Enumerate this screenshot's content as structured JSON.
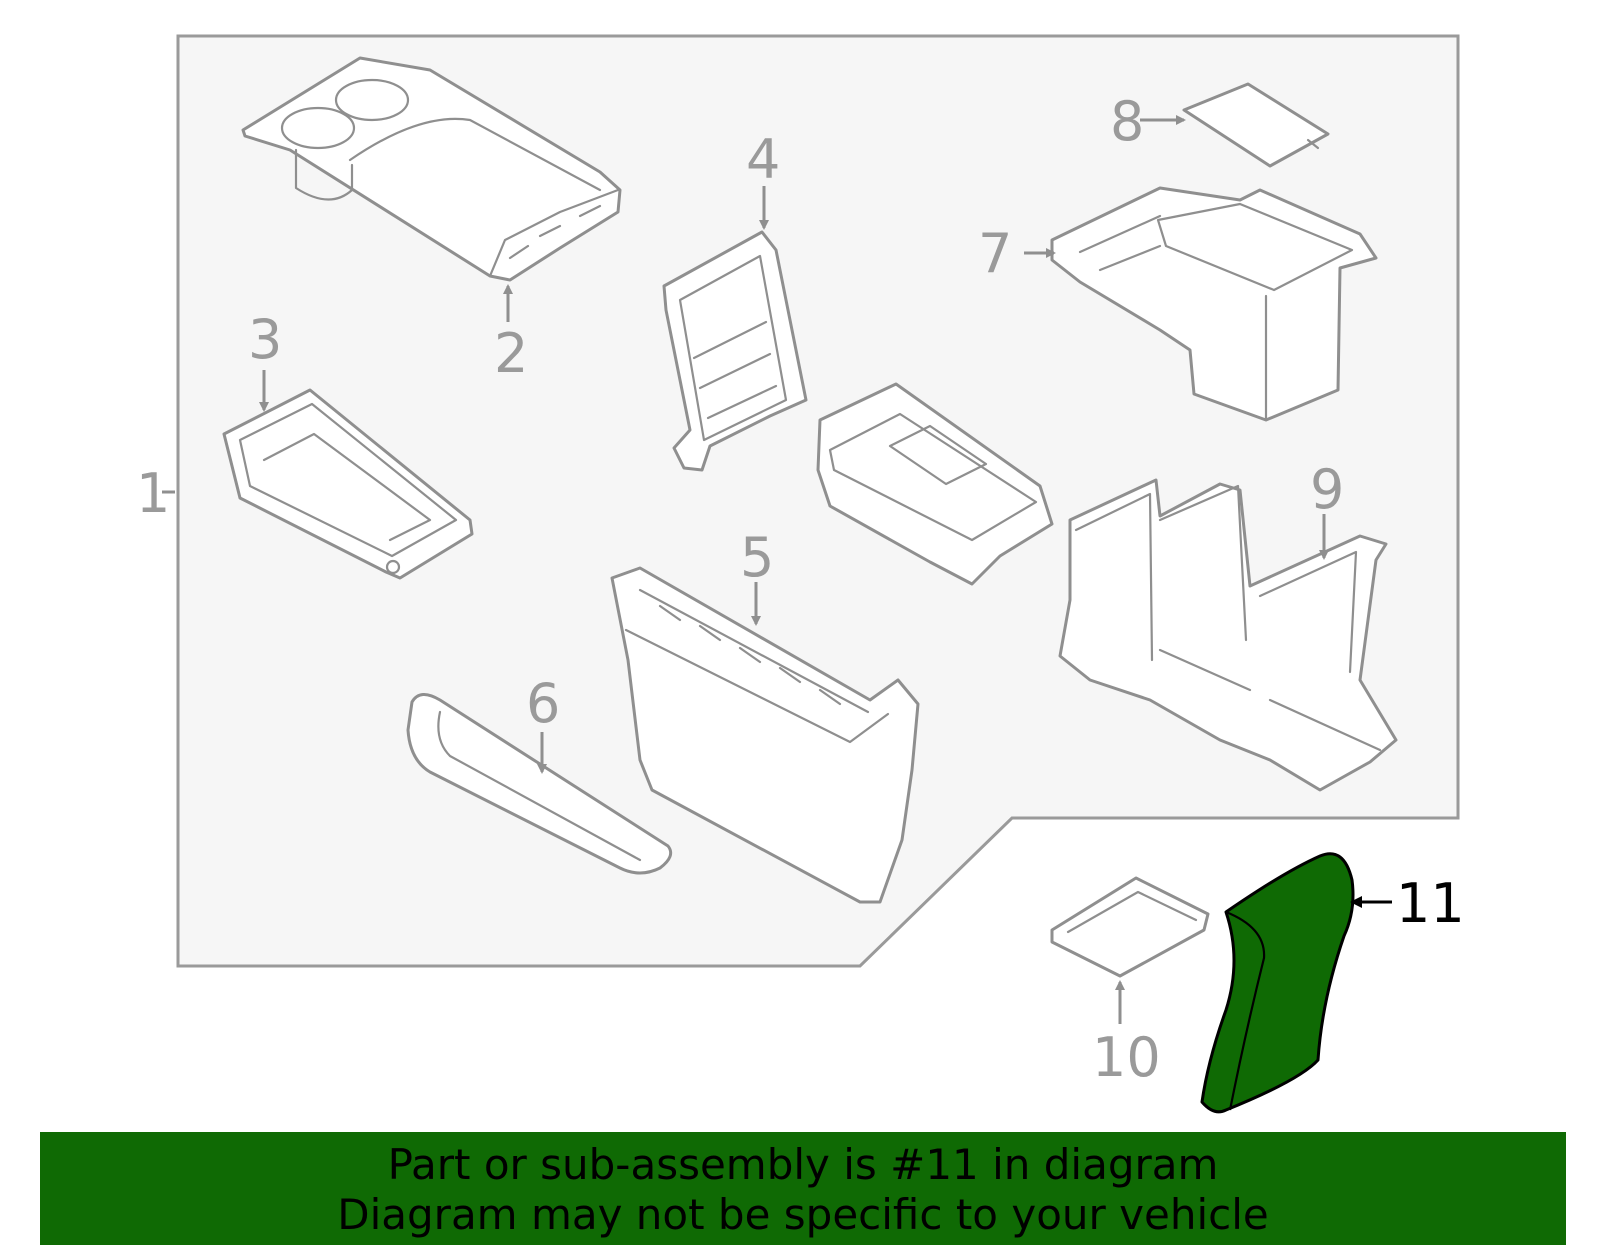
{
  "diagram": {
    "callouts": [
      "1",
      "2",
      "3",
      "4",
      "5",
      "6",
      "7",
      "8",
      "9",
      "10",
      "11"
    ],
    "highlight_callout": "11",
    "colors": {
      "highlight_fill": "#0f6a04",
      "assembly_background": "#f6f6f6",
      "line_gray": "#8f8f8f",
      "banner": "#0f6a04"
    }
  },
  "banner": {
    "line1": "Part or sub-assembly is #11 in diagram",
    "line2": "Diagram may not be specific to your vehicle"
  }
}
